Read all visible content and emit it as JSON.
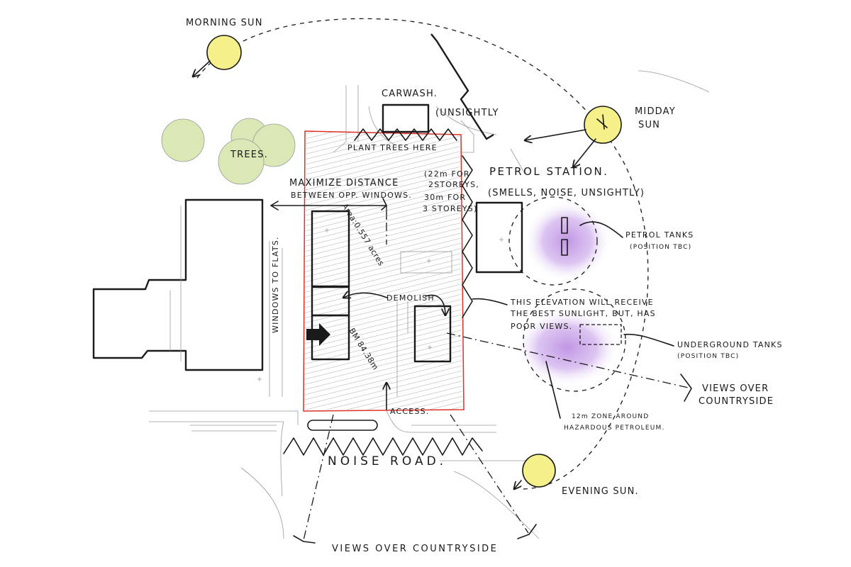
{
  "labels": {
    "morning_sun": "MORNING SUN",
    "midday_sun_line1": "MIDDAY",
    "midday_sun_line2": "SUN",
    "evening_sun": "EVENING SUN.",
    "carwash": "CARWASH.",
    "carwash_note": "(UNSIGHTLY",
    "trees": "TREES.",
    "plant_trees": "PLANT TREES HERE",
    "maximize_line1": "MAXIMIZE DISTANCE",
    "maximize_line2": "BETWEEN OPP. WINDOWS.",
    "distance_line1": "(22m FOR",
    "distance_line2": "2STOREYS,",
    "distance_line3": "30m FOR",
    "distance_line4": "3 STOREYS)",
    "petrol_station_line1": "PETROL STATION.",
    "petrol_station_line2": "(SMELLS, NOISE, UNSIGHTLY)",
    "petrol_tanks_line1": "PETROL TANKS",
    "petrol_tanks_line2": "(POSITION TBC)",
    "windows_to_flats": "WINDOWS TO FLATS.",
    "area": "Area:0.557 acres",
    "demolish": "DEMOLISH",
    "elevation_line1": "THIS ELEVATION WILL RECEIVE",
    "elevation_line2": "THE BEST SUNLIGHT, BUT, HAS",
    "elevation_line3": "POOR VIEWS.",
    "bm": "BM 84.38m",
    "underground_line1": "UNDERGROUND TANKS",
    "underground_line2": "(POSITION TBC)",
    "views_right_line1": "VIEWS OVER",
    "views_right_line2": "COUNTRYSIDE",
    "access": "ACCESS.",
    "zone_line1": "12m ZONE AROUND",
    "zone_line2": "HAZARDOUS PETROLEUM.",
    "noise_road": "NOISE ROAD.",
    "views_bottom": "VIEWS OVER COUNTRYSIDE"
  },
  "colors": {
    "ink": "#1a1a1a",
    "site_boundary": "#e0302a",
    "sun": "#f6f08a",
    "tree": "#d9e8b4",
    "hazard_zone": "#b98be0"
  }
}
